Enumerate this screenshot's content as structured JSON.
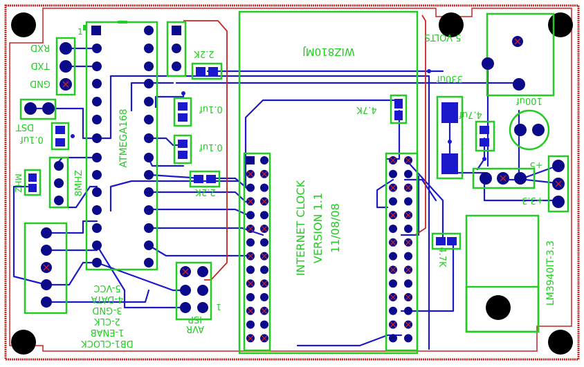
{
  "board": {
    "module": "WIZ810MJ",
    "mcu": "ATMEGA168",
    "crystal": "8MHZ",
    "title_line1": "INTERNET CLOCK",
    "title_line2": "VERSION 1.1",
    "title_line3": "11/08/08",
    "regulator": "LM3940IT-3.3",
    "header_rxd": "RXD",
    "header_txd": "TXD",
    "header_gnd": "GND",
    "dst": "DST",
    "cap_01_left": "0.1uf",
    "cap_01_a": "0.1uf",
    "cap_01_b": "0.1uf",
    "res_22k_top": "2.2K",
    "res_22k_mid": "2.2K",
    "res_47k_top": "4.7K",
    "res_47k_bottom": "4.7K",
    "cap_330uf": "330uf",
    "cap_47uf": "4.7uf",
    "cap_100uf": "100uf",
    "power_label": "5 VOLTS",
    "plus5": "+5",
    "plus33": "+3.3",
    "mhz_short": "MHZ",
    "pin_one": "1",
    "avr": "AVR",
    "isp": "ISP",
    "pin_legend": [
      "5-VCC",
      "4-DATA",
      "3-GND",
      "2-CLK",
      "1-ENAB",
      "DB1-CLOCK"
    ]
  },
  "colors": {
    "trace": "#1a1acc",
    "silk": "#22cc22",
    "edge": "#cc2222",
    "pad": "#0a0a8a",
    "mount": "#000000"
  }
}
